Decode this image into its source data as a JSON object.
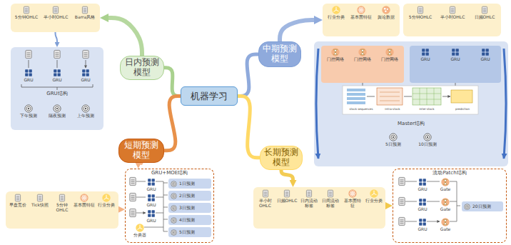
{
  "diagram": {
    "nodes": [
      {
        "text": [
          "机器学习"
        ]
      },
      {
        "text": [
          "日内预测模型"
        ]
      },
      {
        "text": [
          "中期预测模型"
        ]
      },
      {
        "text": [
          "短期预测模型"
        ]
      },
      {
        "text": [
          "长期预测模型"
        ]
      },
      {
        "text": []
      },
      {
        "text": [
          "5分钟OHLC"
        ],
        "in": 5
      },
      {
        "text": [
          "半小时OHLC"
        ],
        "in": 5
      },
      {
        "text": [
          "Barra风格"
        ],
        "in": 5
      },
      {
        "text": [
          "GRU结构"
        ]
      },
      {
        "text": [
          "GRU"
        ],
        "in": 9
      },
      {
        "text": [
          "GRU"
        ],
        "in": 9
      },
      {
        "text": [
          "GRU"
        ],
        "in": 9
      },
      {
        "text": [
          "下午预测"
        ],
        "in": 9
      },
      {
        "text": [
          "隔夜预测"
        ],
        "in": 9
      },
      {
        "text": [
          "上午预测"
        ],
        "in": 9
      },
      {
        "text": []
      },
      {
        "text": [
          "行业分类"
        ],
        "in": 16
      },
      {
        "text": [
          "基本面特征"
        ],
        "in": 16
      },
      {
        "text": [
          "舆论数据"
        ],
        "in": 16
      },
      {
        "text": []
      },
      {
        "text": [
          "5分钟OHLC"
        ],
        "in": 20
      },
      {
        "text": [
          "半小时OHLC"
        ],
        "in": 20
      },
      {
        "text": [
          "日频OHLC"
        ],
        "in": 20
      },
      {
        "text": [
          "Master结构"
        ]
      },
      {
        "text": [],
        "in": 24
      },
      {
        "text": [
          "门控网络"
        ],
        "in": 25
      },
      {
        "text": [
          "门控网络"
        ],
        "in": 25
      },
      {
        "text": [
          "门控网络"
        ],
        "in": 25
      },
      {
        "text": [],
        "in": 24
      },
      {
        "text": [
          "GRU"
        ],
        "in": 29
      },
      {
        "text": [
          "GRU"
        ],
        "in": 29
      },
      {
        "text": [
          "GRU"
        ],
        "in": 29
      },
      {
        "text": [
          "5日预测"
        ],
        "in": 24
      },
      {
        "text": [
          "10日预测"
        ],
        "in": 24
      },
      {
        "text": []
      },
      {
        "text": [
          "早盘竞价"
        ],
        "in": 35
      },
      {
        "text": [
          "Tick快照"
        ],
        "in": 35
      },
      {
        "text": [
          "5分钟OHLC"
        ],
        "in": 35
      },
      {
        "text": [
          "基本面特征"
        ],
        "in": 35
      },
      {
        "text": [
          "行业分类"
        ],
        "in": 35
      },
      {
        "text": [
          "GRU+MOE结构"
        ]
      },
      {
        "text": [
          "GRU"
        ],
        "in": 41
      },
      {
        "text": [
          "GRU"
        ],
        "in": 41
      },
      {
        "text": [
          "GRU"
        ],
        "in": 41
      },
      {
        "text": [
          "分类器"
        ],
        "in": 41
      },
      {
        "text": [
          "1日预测"
        ],
        "in": 41
      },
      {
        "text": [
          "2日预测"
        ],
        "in": 41
      },
      {
        "text": [
          "3日预测"
        ],
        "in": 41
      },
      {
        "text": [
          "4日预测"
        ],
        "in": 41
      },
      {
        "text": [
          "5日预测"
        ],
        "in": 41
      },
      {
        "text": []
      },
      {
        "text": [
          "半小时OHLC"
        ],
        "in": 51
      },
      {
        "text": [
          "日频OHLC"
        ],
        "in": 51
      },
      {
        "text": [
          "日内流动标签"
        ],
        "in": 51
      },
      {
        "text": [
          "日间流动标签"
        ],
        "in": 51
      },
      {
        "text": [
          "基本面特征"
        ],
        "in": 51
      },
      {
        "text": [
          "行业分类"
        ],
        "in": 51
      },
      {
        "text": [
          "流动Patch结构"
        ]
      },
      {
        "text": [
          "GRU"
        ],
        "in": 58
      },
      {
        "text": [
          "GRU"
        ],
        "in": 58
      },
      {
        "text": [
          "GRU"
        ],
        "in": 58
      },
      {
        "text": [
          "Gate"
        ],
        "in": 58
      },
      {
        "text": [
          "Gate"
        ],
        "in": 58
      },
      {
        "text": [
          "Gate"
        ],
        "in": 58
      },
      {
        "text": [
          "20日预测"
        ],
        "in": 58
      }
    ],
    "edges": [
      {
        "from": 0,
        "to": 1,
        "arrow": "none"
      },
      {
        "from": 0,
        "to": 2,
        "arrow": "none"
      },
      {
        "from": 0,
        "to": 3,
        "arrow": "none"
      },
      {
        "from": 0,
        "to": 4,
        "arrow": "none"
      },
      {
        "from": 1,
        "to": 5,
        "arrow": "to"
      },
      {
        "from": 2,
        "to": 16,
        "arrow": "to"
      },
      {
        "from": 3,
        "to": 41,
        "arrow": "to"
      },
      {
        "from": 4,
        "to": 51,
        "arrow": "to"
      },
      {
        "from": 5,
        "to": 9,
        "arrow": "to"
      },
      {
        "from": 35,
        "to": 41,
        "arrow": "to"
      },
      {
        "from": 51,
        "to": 58,
        "arrow": "to"
      }
    ],
    "labels": [
      "stock sequences",
      "intra-stock",
      "inter-stock",
      "prediction"
    ]
  }
}
